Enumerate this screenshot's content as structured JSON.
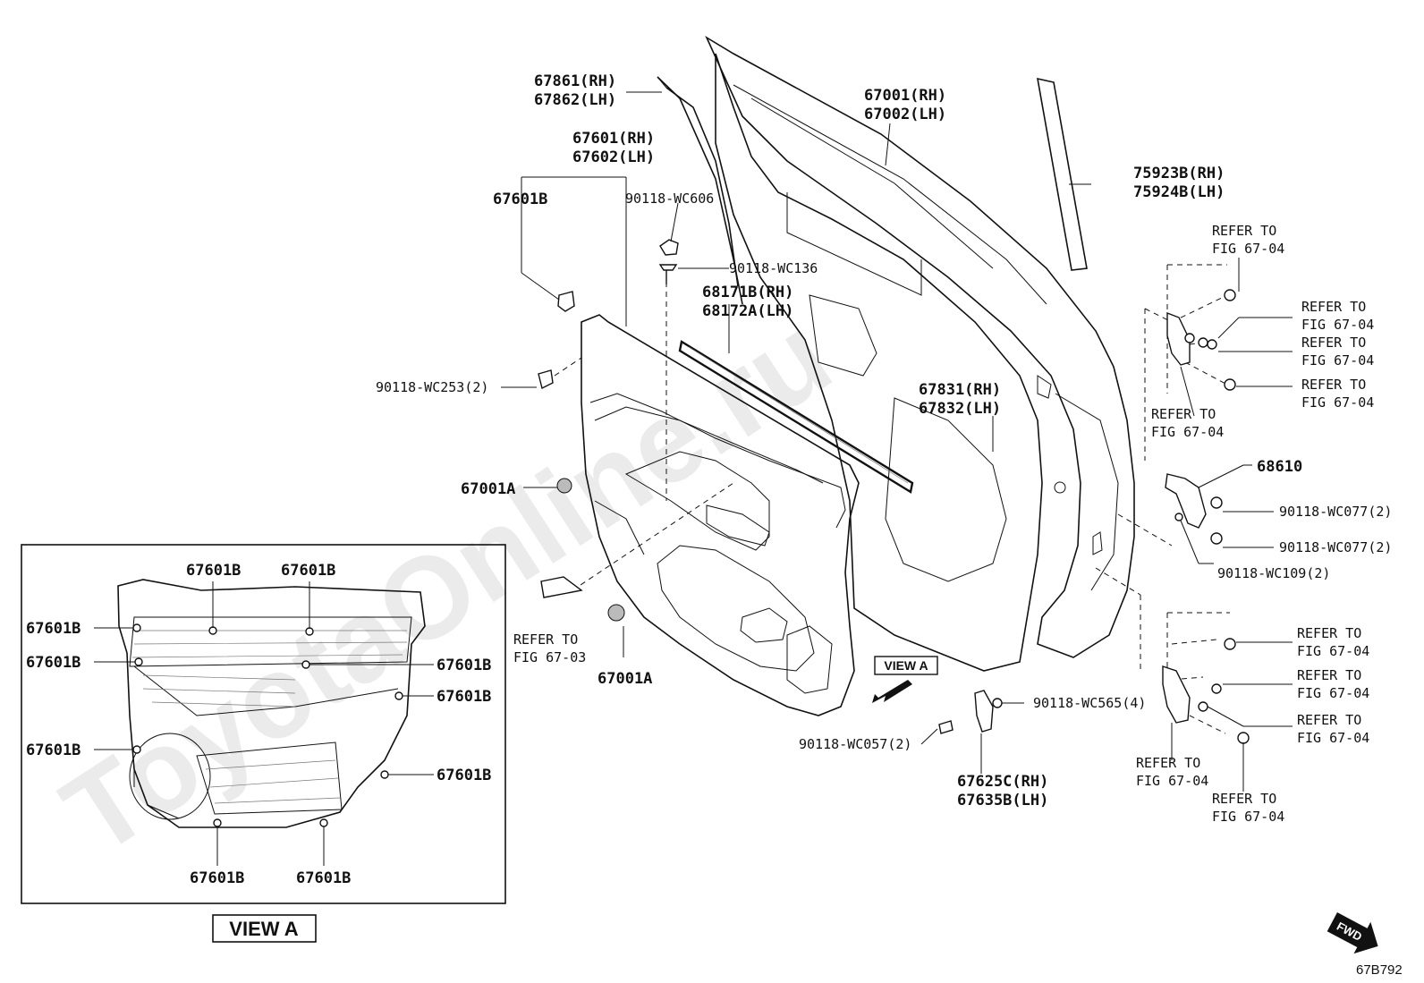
{
  "diagram": {
    "figure_code": "67B792",
    "watermark": "ToyotaOnline.ru",
    "fwd_label": "FWD",
    "view_a_title": "VIEW A",
    "view_a_marker": "VIEW A"
  },
  "labels": {
    "p67861": "67861(RH)",
    "p67862": "67862(LH)",
    "p67601": "67601(RH)",
    "p67602": "67602(LH)",
    "p67601B": "67601B",
    "wc606": "90118-WC606",
    "wc136": "90118-WC136",
    "p68171B": "68171B(RH)",
    "p68172A": "68172A(LH)",
    "wc253": "90118-WC253(2)",
    "p67001A_1": "67001A",
    "p67001A_2": "67001A",
    "p67001": "67001(RH)",
    "p67002": "67002(LH)",
    "p75923B": "75923B(RH)",
    "p75924B": "75924B(LH)",
    "p67831": "67831(RH)",
    "p67832": "67832(LH)",
    "p68610": "68610",
    "wc077_1": "90118-WC077(2)",
    "wc077_2": "90118-WC077(2)",
    "wc109": "90118-WC109(2)",
    "wc565": "90118-WC565(4)",
    "wc057": "90118-WC057(2)",
    "p67625C": "67625C(RH)",
    "p67635B": "67635B(LH)",
    "refer_to": "REFER TO",
    "fig_6704": "FIG 67-04",
    "fig_6703": "FIG 67-03"
  },
  "view_a_labels": [
    "67601B",
    "67601B",
    "67601B",
    "67601B",
    "67601B",
    "67601B",
    "67601B",
    "67601B",
    "67601B",
    "67601B"
  ]
}
